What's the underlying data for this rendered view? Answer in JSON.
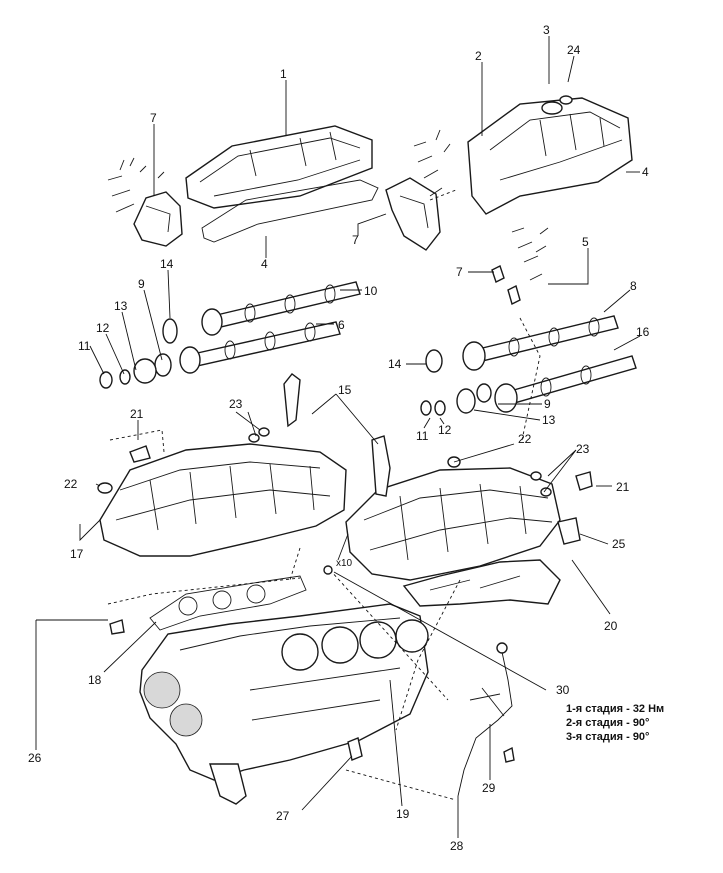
{
  "part_numbers": [
    "1",
    "2",
    "3",
    "4",
    "5",
    "6",
    "7",
    "8",
    "9",
    "10",
    "11",
    "12",
    "13",
    "14",
    "15",
    "16",
    "17",
    "18",
    "19",
    "20",
    "21",
    "22",
    "23",
    "24",
    "25",
    "26",
    "27",
    "28",
    "29",
    "30"
  ],
  "callouts": {
    "c1": "1",
    "c2": "2",
    "c3": "3",
    "c24": "24",
    "c7a": "7",
    "c4a": "4",
    "c4b": "4",
    "c7b": "7",
    "c7c": "7",
    "c5": "5",
    "c14a": "14",
    "c9a": "9",
    "c13a": "13",
    "c10": "10",
    "c12a": "12",
    "c11a": "11",
    "c6": "6",
    "c8": "8",
    "c16": "16",
    "c14b": "14",
    "c9b": "9",
    "c13b": "13",
    "c11b": "11",
    "c12b": "12",
    "c21a": "21",
    "c23a": "23",
    "c15": "15",
    "c22a": "22",
    "c22b": "22",
    "c23b": "23",
    "c21b": "21",
    "c17": "17",
    "c25": "25",
    "c20": "20",
    "c18": "18",
    "c30": "30",
    "c26": "26",
    "c19": "19",
    "c29": "29",
    "c27": "27",
    "c28": "28"
  },
  "bolt_count": "x10",
  "torque_spec": {
    "stage1": "1-я стадия - 32 Нм",
    "stage2": "2-я стадия - 90°",
    "stage3": "3-я стадия - 90°"
  }
}
